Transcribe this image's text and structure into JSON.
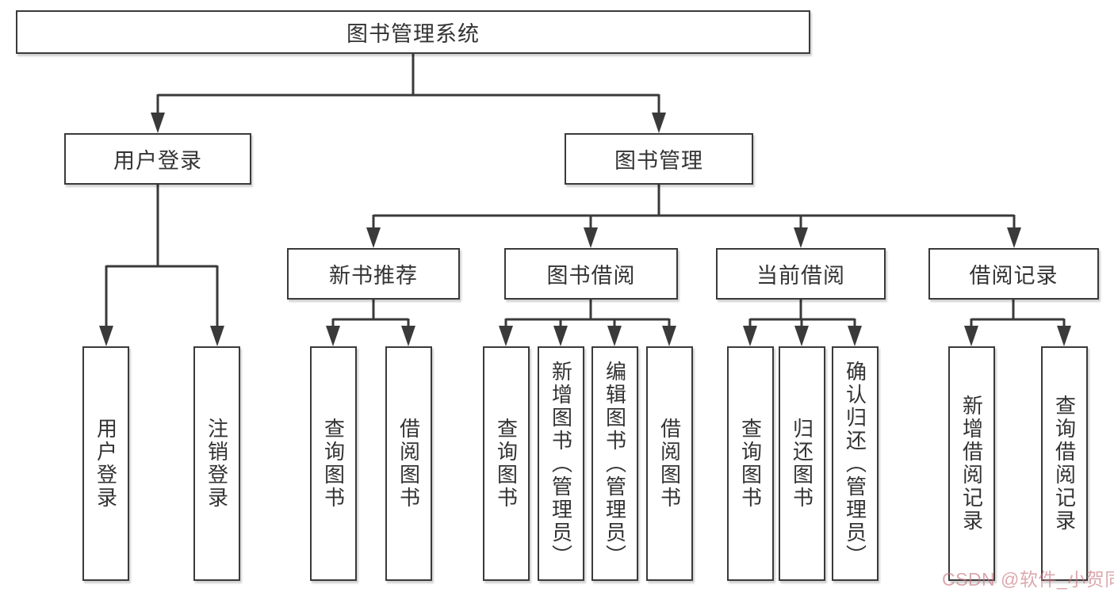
{
  "diagram_title": "图书管理系统",
  "colors": {
    "line": "#3a3a3a",
    "text": "#333333",
    "box_background": "#ffffff",
    "page_background": "#ffffff",
    "watermark": "#c6727d"
  },
  "nodes": {
    "root": {
      "label": "图书管理系统"
    },
    "user_login": {
      "label": "用户登录"
    },
    "book_mgmt": {
      "label": "图书管理"
    },
    "new_book_rec": {
      "label": "新书推荐"
    },
    "book_borrow": {
      "label": "图书借阅"
    },
    "current_borrow": {
      "label": "当前借阅"
    },
    "borrow_record": {
      "label": "借阅记录"
    },
    "login": {
      "label": "用户登录"
    },
    "logout": {
      "label": "注销登录"
    },
    "rec_query_book": {
      "label": "查询图书"
    },
    "rec_borrow_book": {
      "label": "借阅图书"
    },
    "bb_query_book": {
      "label": "查询图书"
    },
    "bb_add_book": {
      "label": "新增图书（管理员）"
    },
    "bb_edit_book": {
      "label": "编辑图书（管理员）"
    },
    "bb_borrow_book": {
      "label": "借阅图书"
    },
    "cb_query_book": {
      "label": "查询图书"
    },
    "cb_return_book": {
      "label": "归还图书"
    },
    "cb_confirm_return": {
      "label": "确认归还（管理员）"
    },
    "br_add_record": {
      "label": "新增借阅记录"
    },
    "br_query_record": {
      "label": "查询借阅记录"
    }
  },
  "hierarchy": {
    "root": [
      "user_login",
      "book_mgmt"
    ],
    "user_login": [
      "login",
      "logout"
    ],
    "book_mgmt": [
      "new_book_rec",
      "book_borrow",
      "current_borrow",
      "borrow_record"
    ],
    "new_book_rec": [
      "rec_query_book",
      "rec_borrow_book"
    ],
    "book_borrow": [
      "bb_query_book",
      "bb_add_book",
      "bb_edit_book",
      "bb_borrow_book"
    ],
    "current_borrow": [
      "cb_query_book",
      "cb_return_book",
      "cb_confirm_return"
    ],
    "borrow_record": [
      "br_add_record",
      "br_query_record"
    ]
  },
  "watermark": {
    "text": "CSDN @软件_小贺同学"
  }
}
